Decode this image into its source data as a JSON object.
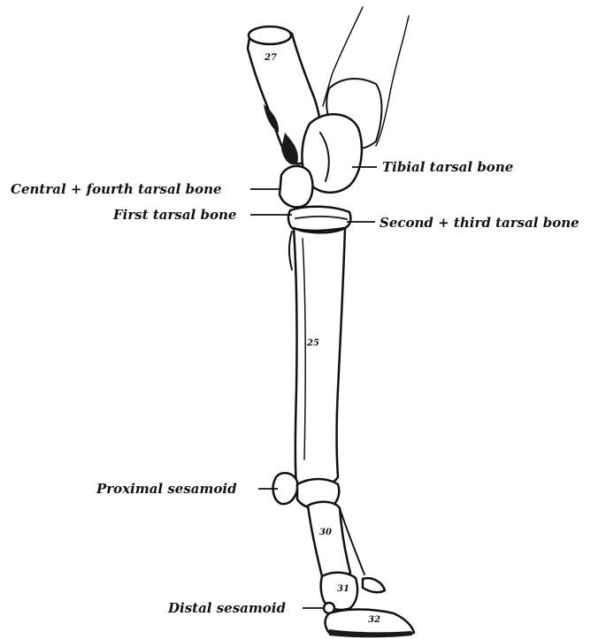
{
  "labels": {
    "tibial_tarsal": "Tibial tarsal bone",
    "central_fourth_tarsal": "Central + fourth tarsal bone",
    "first_tarsal": "First tarsal bone",
    "second_third_tarsal": "Second + third tarsal bone",
    "proximal_sesamoid": "Proximal sesamoid",
    "distal_sesamoid": "Distal sesamoid"
  },
  "bone_numbers": {
    "calcaneus": "27",
    "metatarsal": "25",
    "pastern": "30",
    "middle_phalanx": "31",
    "hoof": "32"
  },
  "colors": {
    "ink": "#111111",
    "bone_fill": "#ffffff",
    "shadow": "#1a1a1a"
  }
}
